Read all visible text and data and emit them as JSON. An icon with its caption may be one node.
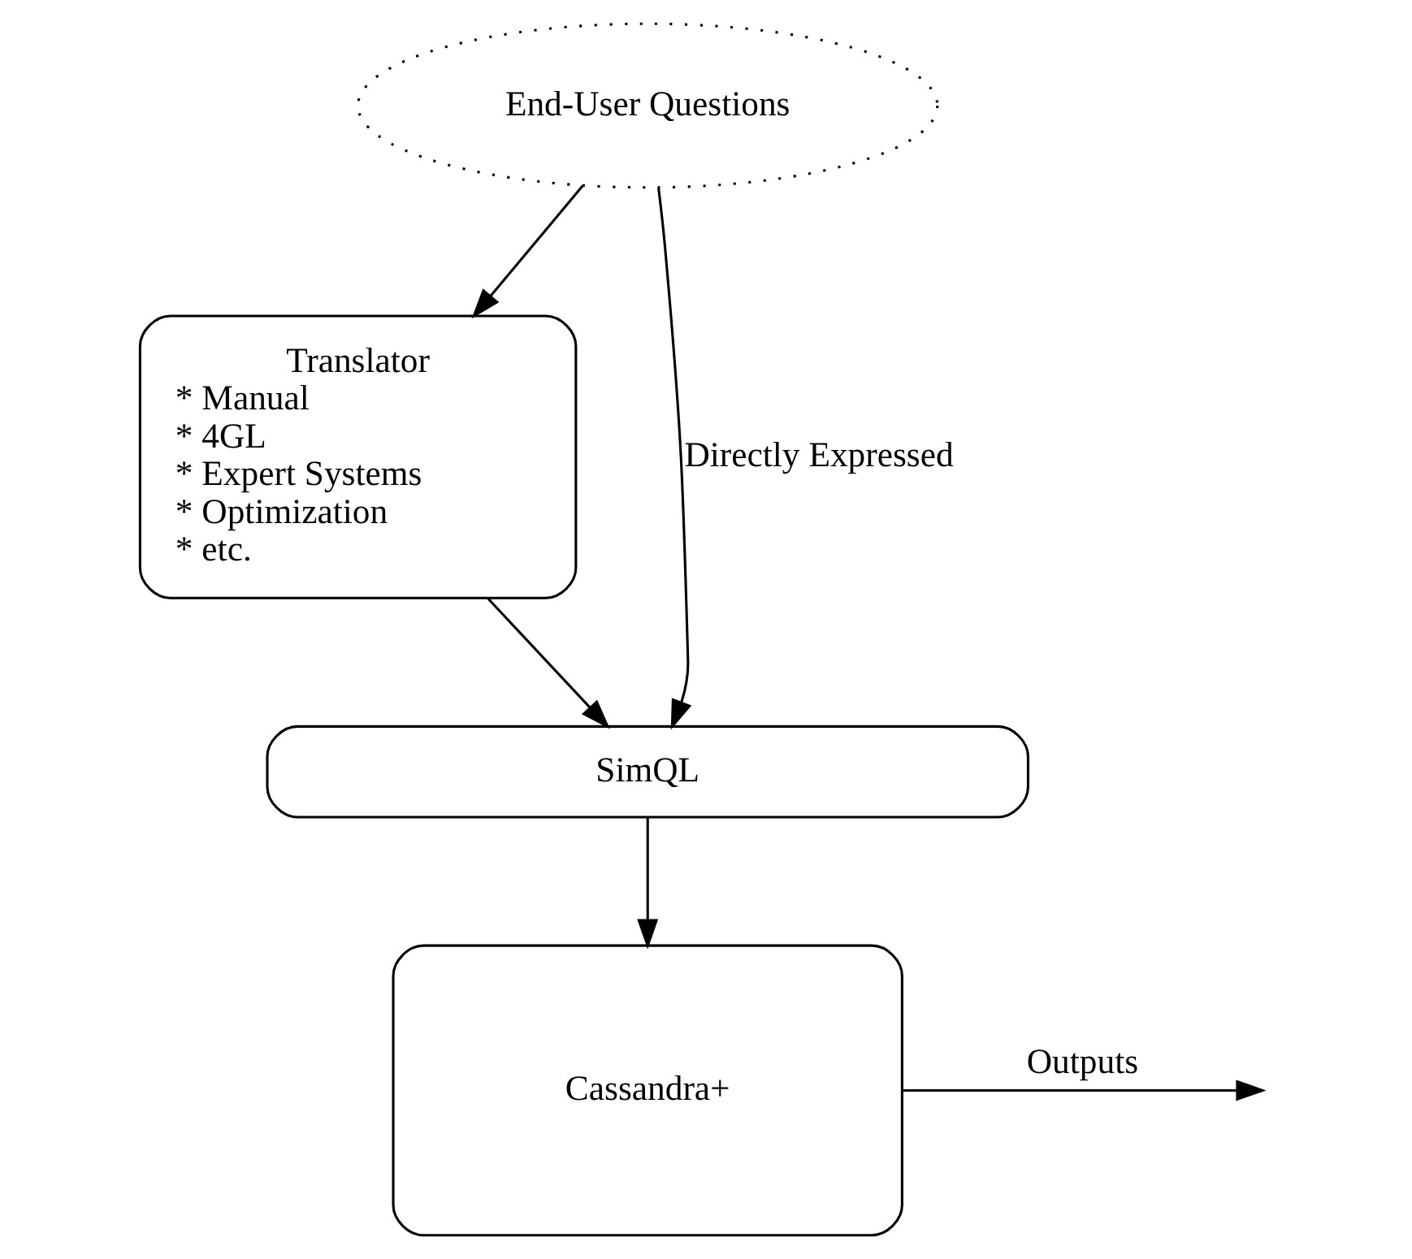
{
  "diagram": {
    "nodes": [
      {
        "text": [
          "End-User Questions"
        ]
      },
      {
        "text": [
          "Translator",
          "* Manual",
          "* 4GL",
          "* Expert Systems",
          "* Optimization",
          "* etc."
        ]
      },
      {
        "text": [
          "SimQL"
        ]
      },
      {
        "text": [
          "Cassandra+"
        ]
      }
    ],
    "edges": [
      {
        "from": 0,
        "to": 2,
        "arrow": "to",
        "label": "Directly Expressed"
      },
      {
        "from": 0,
        "to": 1,
        "arrow": "to"
      },
      {
        "from": 1,
        "to": 2,
        "arrow": "to"
      },
      {
        "from": 2,
        "to": 3,
        "arrow": "to"
      },
      {
        "from": 3,
        "to": null,
        "arrow": "to",
        "label": "Outputs"
      }
    ]
  }
}
